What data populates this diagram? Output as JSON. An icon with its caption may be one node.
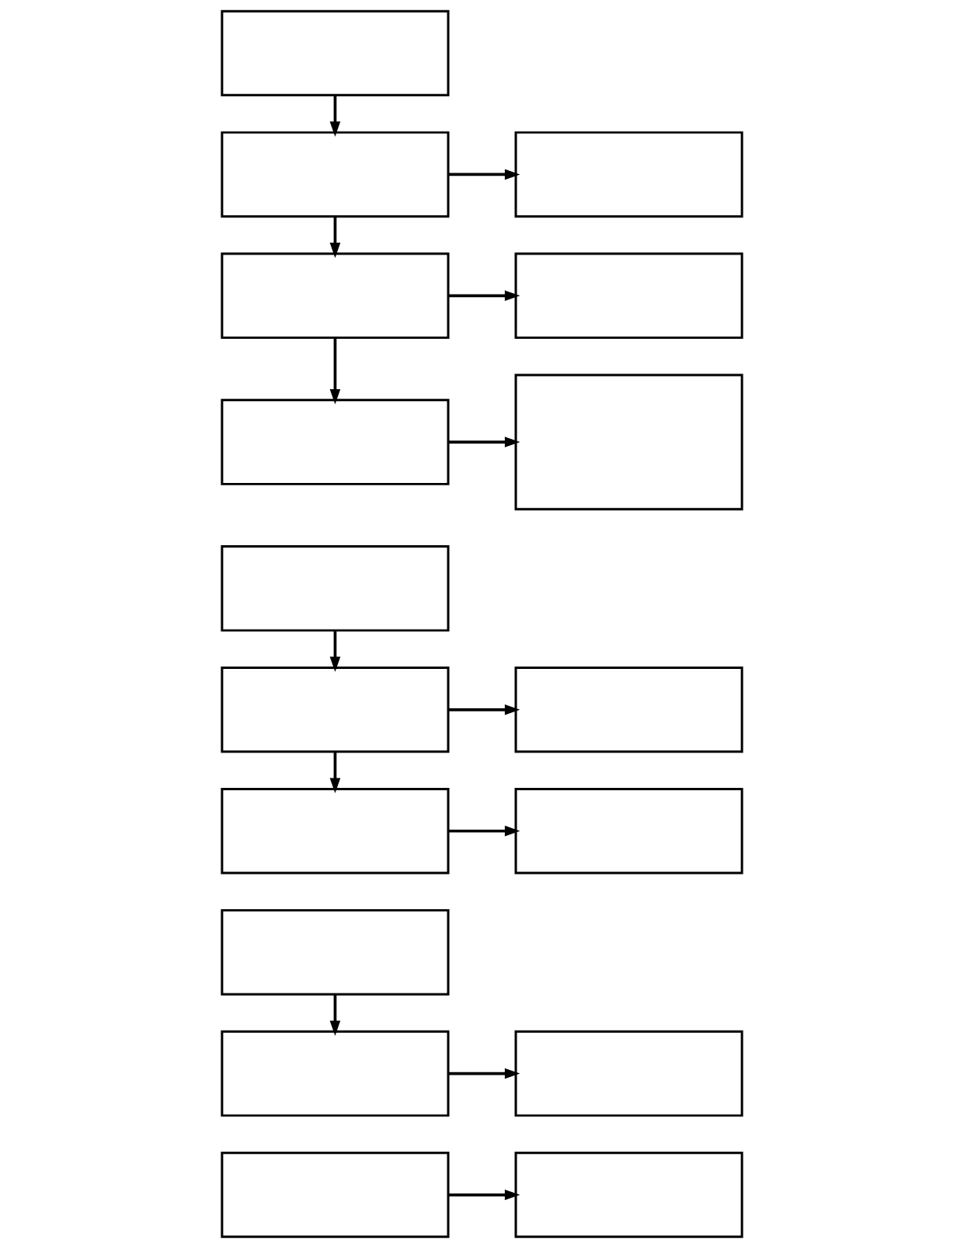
{
  "diagram": {
    "nodes": [
      {
        "text": [],
        "shape": "box"
      },
      {
        "text": [],
        "shape": "box"
      },
      {
        "text": [],
        "shape": "box"
      },
      {
        "text": [],
        "shape": "box"
      },
      {
        "text": [],
        "shape": "box"
      },
      {
        "text": [],
        "shape": "box"
      },
      {
        "text": [],
        "shape": "box"
      },
      {
        "text": [],
        "shape": "box"
      },
      {
        "text": [],
        "shape": "box"
      },
      {
        "text": [],
        "shape": "box"
      },
      {
        "text": [],
        "shape": "box"
      },
      {
        "text": [],
        "shape": "box"
      },
      {
        "text": [],
        "shape": "box"
      },
      {
        "text": [],
        "shape": "box"
      },
      {
        "text": [],
        "shape": "box"
      },
      {
        "text": [],
        "shape": "box"
      },
      {
        "text": [],
        "shape": "box"
      }
    ],
    "edges": [
      {
        "from": 0,
        "to": 1,
        "arrow": "to"
      },
      {
        "from": 1,
        "to": 2,
        "arrow": "to"
      },
      {
        "from": 1,
        "to": 3,
        "arrow": "to"
      },
      {
        "from": 3,
        "to": 4,
        "arrow": "to"
      },
      {
        "from": 3,
        "to": 5,
        "arrow": "to"
      },
      {
        "from": 5,
        "to": 6,
        "arrow": "to"
      },
      {
        "from": 7,
        "to": 8,
        "arrow": "to"
      },
      {
        "from": 8,
        "to": 9,
        "arrow": "to"
      },
      {
        "from": 8,
        "to": 10,
        "arrow": "to"
      },
      {
        "from": 10,
        "to": 11,
        "arrow": "to"
      },
      {
        "from": 12,
        "to": 13,
        "arrow": "to"
      },
      {
        "from": 13,
        "to": 14,
        "arrow": "to"
      },
      {
        "from": 15,
        "to": 16,
        "arrow": "to"
      }
    ]
  }
}
